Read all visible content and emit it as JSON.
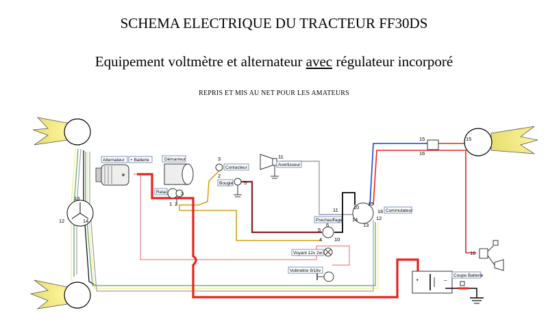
{
  "title": "SCHEMA ELECTRIQUE DU TRACTEUR FF30DS",
  "subtitle": {
    "before": "Equipement voltmètre et alternateur ",
    "underlined": "avec",
    "after": " régulateur incorporé"
  },
  "caption": "REPRIS ET MIS AU NET POUR LES AMATEURS",
  "labels": {
    "alternateur": "Alternateur",
    "plus_batterie": "+ Batterie",
    "demarreur": "Démarreur",
    "relai": "Relai",
    "contacteur": "Contacteur",
    "bougie": "Bougie",
    "avertisseur": "Avertisseur",
    "prechauffage": "Prechauffage",
    "commutateur": "Commutateur",
    "voyant": "Voyant 12v 2w",
    "voltmetre": "Voltmètre 9/18v",
    "coupe_batterie": "Coupe Batterie"
  },
  "numbers": {
    "n1": "1",
    "n2": "2",
    "n3": "3",
    "n4": "4",
    "n5": "5",
    "n6": "6",
    "n10": "10",
    "n11": "11",
    "n12": "12",
    "n13": "13",
    "n14": "14",
    "n15": "15",
    "n16": "16"
  },
  "colors": {
    "red": "#e8231c",
    "pink": "#f08080",
    "orange": "#d4a020",
    "yellow": "#f5ec8a",
    "green": "#5aa05a",
    "grey": "#9aa0a8",
    "black": "#000000",
    "blue": "#1f3fd0",
    "darkred": "#8b1a1a"
  }
}
